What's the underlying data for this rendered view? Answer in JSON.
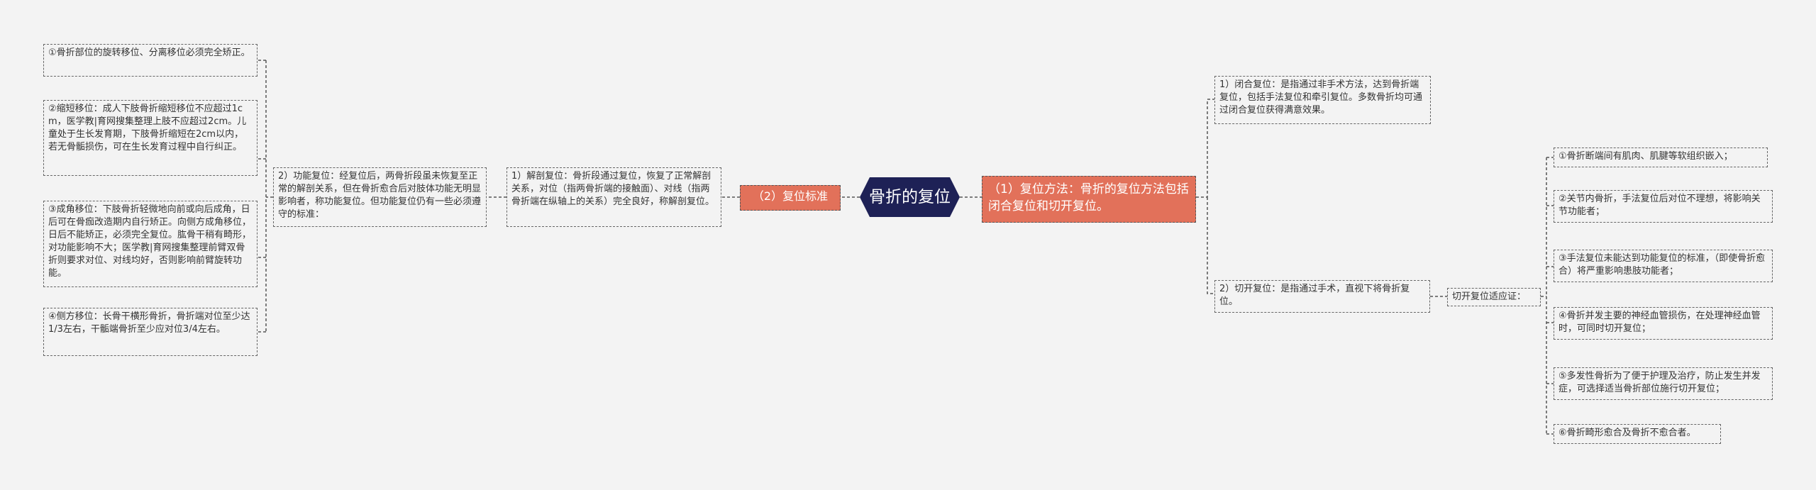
{
  "root": {
    "label": "骨折的复位"
  },
  "right_main": {
    "label": "（1）复位方法：骨折的复位方法包括闭合复位和切开复位。"
  },
  "left_main": {
    "label": "（2）复位标准"
  },
  "closed_reduction": {
    "text": "1）闭合复位：是指通过非手术方法，达到骨折端复位，包括手法复位和牵引复位。多数骨折均可通过闭合复位获得满意效果。"
  },
  "open_reduction": {
    "text": "2）切开复位：是指通过手术，直视下将骨折复位。"
  },
  "indications": {
    "title": "切开复位适应证：",
    "items": [
      "①骨折断端间有肌肉、肌腱等软组织嵌入；",
      "②关节内骨折，手法复位后对位不理想，将影响关节功能者；",
      "③手法复位未能达到功能复位的标准，（即使骨折愈合）将严重影响患肢功能者；",
      "④骨折并发主要的神经血管损伤，在处理神经血管时，可同时切开复位；",
      "⑤多发性骨折为了便于护理及治疗，防止发生并发症，可选择适当骨折部位施行切开复位；",
      "⑥骨折畸形愈合及骨折不愈合者。"
    ]
  },
  "anatomical": {
    "text": "1）解剖复位：骨折段通过复位，恢复了正常解剖关系，对位（指两骨折端的接触面）、对线（指两骨折端在纵轴上的关系）完全良好，称解剖复位。"
  },
  "functional": {
    "text": "2）功能复位：经复位后，两骨折段虽未恢复至正常的解剖关系，但在骨折愈合后对肢体功能无明显影响者，称功能复位。但功能复位仍有一些必须遵守的标准："
  },
  "criteria": [
    "①骨折部位的旋转移位、分离移位必须完全矫正。",
    "②缩短移位：成人下肢骨折缩短移位不应超过1cm，医学教|育网搜集整理上肢不应超过2cm。儿童处于生长发育期，下肢骨折缩短在2cm以内，若无骨骺损伤，可在生长发育过程中自行纠正。",
    "③成角移位：下肢骨折轻微地向前或向后成角，日后可在骨痂改造期内自行矫正。向侧方成角移位，日后不能矫正，必须完全复位。肱骨干稍有畸形，对功能影响不大；医学教|育网搜集整理前臂双骨折则要求对位、对线均好，否则影响前臂旋转功能。",
    "④侧方移位：长骨干横形骨折，骨折端对位至少达1/3左右，干骺端骨折至少应对位3/4左右。"
  ],
  "colors": {
    "root_bg": "#1e2156",
    "highlight_bg": "#e2715a",
    "line": "#555555",
    "canvas_bg": "#f3f3f3"
  }
}
